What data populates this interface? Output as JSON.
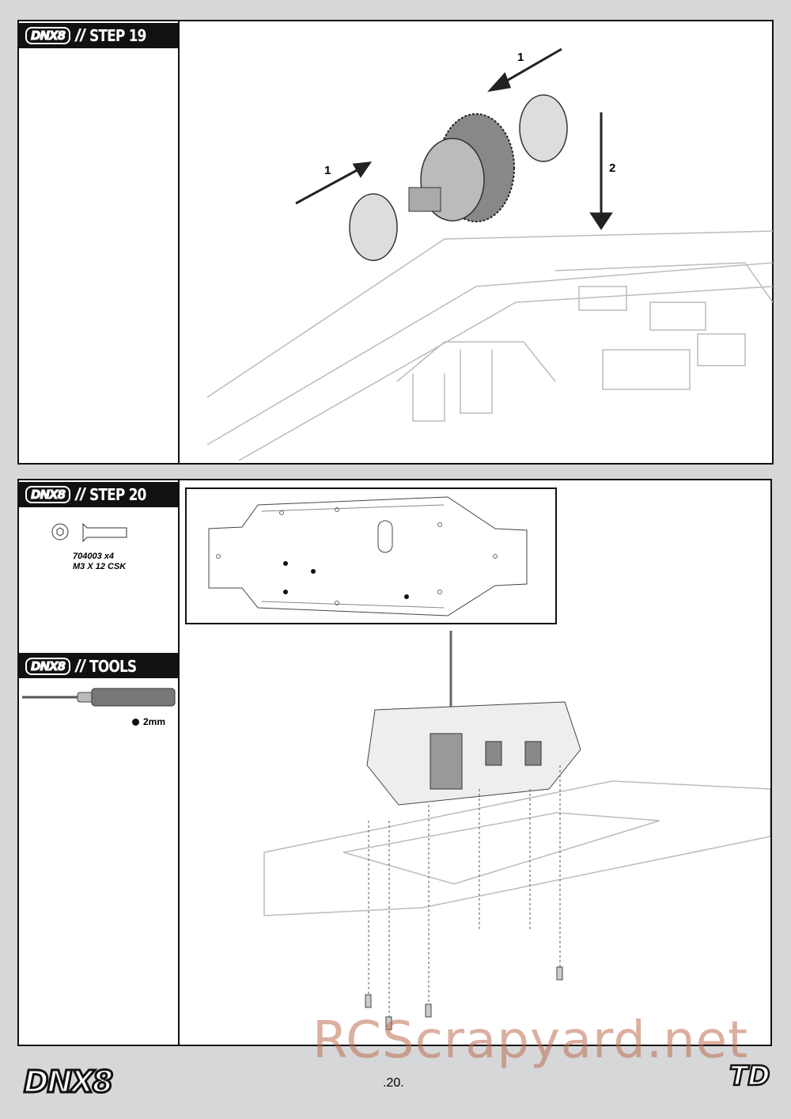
{
  "step19": {
    "brand": "DNX8",
    "title": "STEP 19",
    "arrow_labels": [
      "1",
      "1",
      "2"
    ]
  },
  "step20": {
    "brand": "DNX8",
    "title": "STEP 20",
    "part_number": "704003 x4",
    "part_desc": "M3 X 12 CSK"
  },
  "tools": {
    "brand": "DNX8",
    "title": "TOOLS",
    "size": "2mm"
  },
  "footer": {
    "brand": "DNX8",
    "page": ".20.",
    "td_logo": "TD"
  },
  "watermark": "RCScrapyard.net"
}
